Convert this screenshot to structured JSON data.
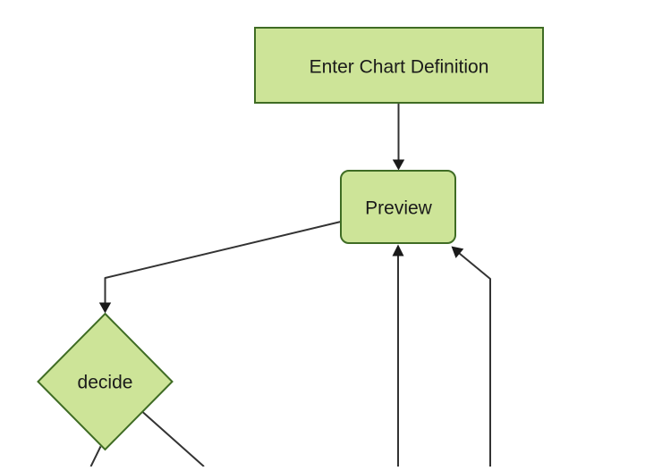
{
  "diagram": {
    "kind": "flowchart",
    "background_color": "#ffffff",
    "theme": {
      "node_fill": "#cde498",
      "node_stroke": "#3f6c24",
      "edge_color": "#333333",
      "arrowhead_color": "#1a1a1a",
      "text_color": "#1a1a1a"
    },
    "nodes": [
      {
        "id": "enter_chart_definition",
        "label": "Enter Chart Definition",
        "shape": "rectangle"
      },
      {
        "id": "preview",
        "label": "Preview",
        "shape": "rounded-rectangle"
      },
      {
        "id": "decide",
        "label": "decide",
        "shape": "diamond"
      }
    ],
    "edges": [
      {
        "from": "enter_chart_definition",
        "to": "preview",
        "arrowhead": true,
        "clipped": false
      },
      {
        "from": "preview",
        "to": "decide",
        "arrowhead": true,
        "clipped": false
      },
      {
        "from": "offscreen_bottom_center",
        "to": "preview",
        "arrowhead": true,
        "clipped": true
      },
      {
        "from": "offscreen_bottom_right",
        "to": "preview",
        "arrowhead": true,
        "clipped": true
      },
      {
        "from": "decide",
        "to": "offscreen_bottom_left",
        "arrowhead": false,
        "clipped": true
      },
      {
        "from": "decide",
        "to": "offscreen_bottom_right",
        "arrowhead": false,
        "clipped": true
      }
    ]
  }
}
